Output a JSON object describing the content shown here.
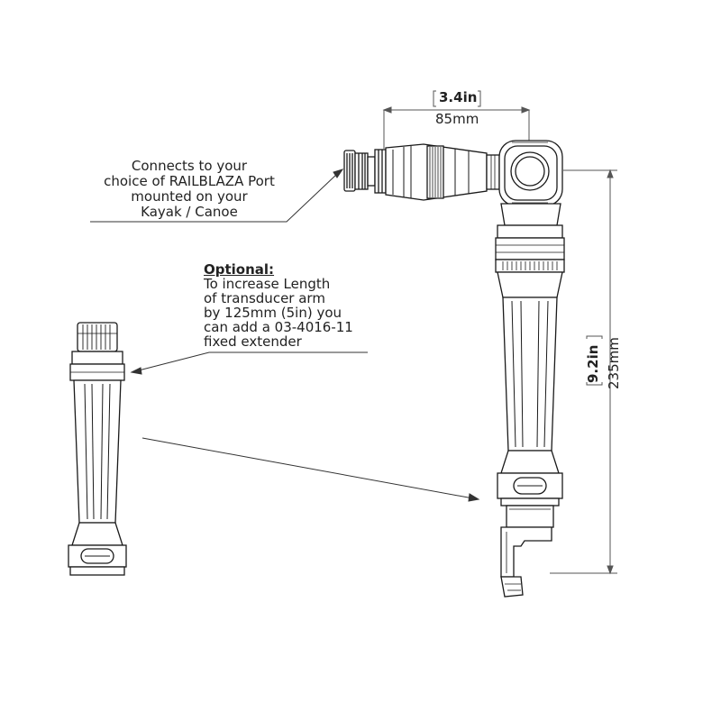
{
  "callouts": {
    "port": {
      "lines": [
        "Connects to your",
        "choice of RAILBLAZA Port",
        "mounted on your",
        "Kayak / Canoe"
      ]
    },
    "optional": {
      "heading": "Optional:",
      "lines": [
        "To increase Length",
        "of transducer arm",
        "by 125mm (5in) you",
        "can add a 03-4016-11",
        "fixed extender"
      ]
    }
  },
  "dimensions": {
    "width_in": "3.4in",
    "width_mm": "85mm",
    "height_in": "9.2in",
    "height_mm": "235mm"
  },
  "colors": {
    "line": "#1a1a1a",
    "dim_line": "#555555",
    "fill": "#ffffff"
  }
}
